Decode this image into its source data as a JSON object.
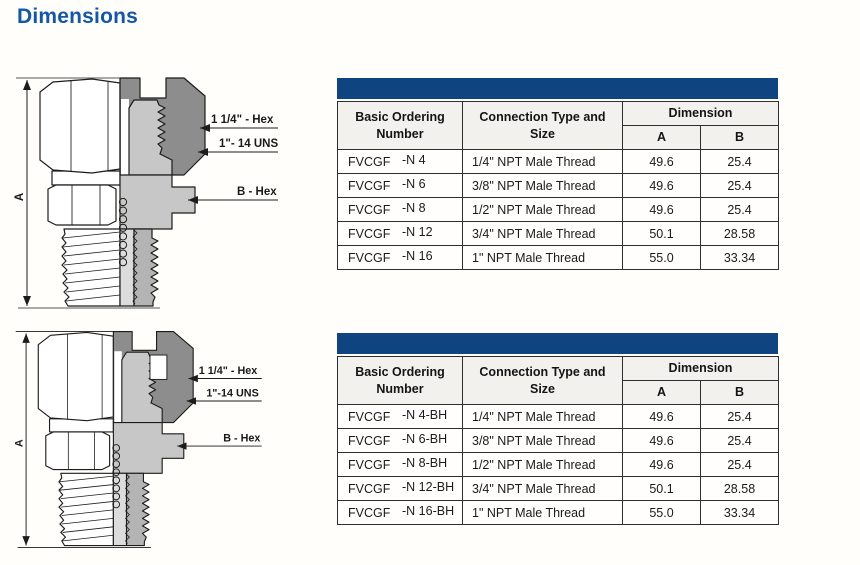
{
  "title": "Dimensions",
  "colors": {
    "accent_bar_blue": "#0e4480",
    "title_blue": "#1457a5",
    "diagram_dark_gray": "#8d8d8d",
    "diagram_light_gray": "#c7c7c7"
  },
  "panels": [
    {
      "diagram": {
        "dim_label": "A",
        "hex_label": "1 1/4\" - Hex",
        "uns_label": "1\"- 14 UNS",
        "bhex_label": "B - Hex"
      },
      "table": {
        "col_ordering": "Basic Ordering Number",
        "col_connection": "Connection Type and Size",
        "col_dimension": "Dimension",
        "col_a": "A",
        "col_b": "B",
        "rows": [
          {
            "prefix": "FVCGF",
            "suffix": "-N 4",
            "connection": "1/4\" NPT Male Thread",
            "a": "49.6",
            "b": "25.4"
          },
          {
            "prefix": "FVCGF",
            "suffix": "-N 6",
            "connection": "3/8\" NPT Male Thread",
            "a": "49.6",
            "b": "25.4"
          },
          {
            "prefix": "FVCGF",
            "suffix": "-N 8",
            "connection": "1/2\" NPT Male Thread",
            "a": "49.6",
            "b": "25.4"
          },
          {
            "prefix": "FVCGF",
            "suffix": "-N 12",
            "connection": "3/4\" NPT Male Thread",
            "a": "50.1",
            "b": "28.58"
          },
          {
            "prefix": "FVCGF",
            "suffix": "-N 16",
            "connection": "1\" NPT Male Thread",
            "a": "55.0",
            "b": "33.34"
          }
        ]
      }
    },
    {
      "diagram": {
        "dim_label": "A",
        "hex_label": "1 1/4\" - Hex",
        "uns_label": "1\"-14 UNS",
        "bhex_label": "B - Hex"
      },
      "table": {
        "col_ordering": "Basic Ordering Number",
        "col_connection": "Connection Type and Size",
        "col_dimension": "Dimension",
        "col_a": "A",
        "col_b": "B",
        "rows": [
          {
            "prefix": "FVCGF",
            "suffix": "-N 4-BH",
            "connection": "1/4\" NPT Male Thread",
            "a": "49.6",
            "b": "25.4"
          },
          {
            "prefix": "FVCGF",
            "suffix": "-N 6-BH",
            "connection": "3/8\" NPT Male Thread",
            "a": "49.6",
            "b": "25.4"
          },
          {
            "prefix": "FVCGF",
            "suffix": "-N 8-BH",
            "connection": "1/2\" NPT Male Thread",
            "a": "49.6",
            "b": "25.4"
          },
          {
            "prefix": "FVCGF",
            "suffix": "-N 12-BH",
            "connection": "3/4\" NPT Male Thread",
            "a": "50.1",
            "b": "28.58"
          },
          {
            "prefix": "FVCGF",
            "suffix": "-N 16-BH",
            "connection": "1\" NPT Male Thread",
            "a": "55.0",
            "b": "33.34"
          }
        ]
      }
    }
  ]
}
